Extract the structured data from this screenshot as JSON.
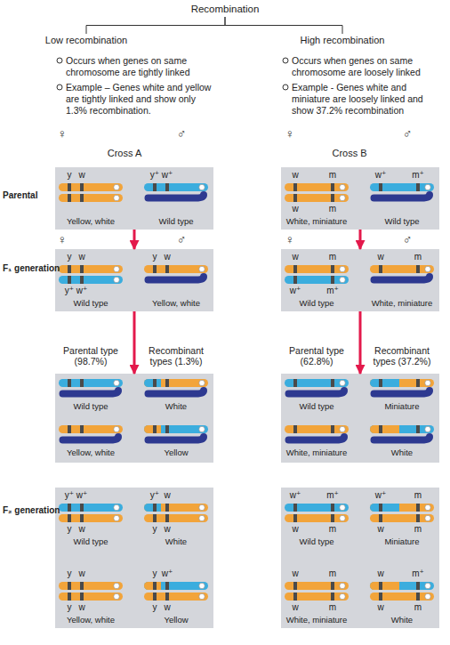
{
  "diagram": {
    "nodes": [
      {
        "text": [
          "Recombination"
        ]
      },
      {
        "text": [
          "Low recombination"
        ]
      },
      {
        "text": [
          "High recombination"
        ]
      },
      {
        "text": [
          "y",
          "w",
          "Yellow, white",
          "y⁺",
          "w⁺",
          "Wild type"
        ]
      },
      {
        "text": [
          "w",
          "m",
          "w",
          "m",
          "White, miniature",
          "w⁺",
          "m⁺",
          "Wild type"
        ]
      },
      {
        "text": [
          "y",
          "w",
          "y⁺",
          "w⁺",
          "Wild type",
          "y",
          "w",
          "Yellow, white"
        ]
      },
      {
        "text": [
          "w",
          "m",
          "w⁺",
          "m⁺",
          "Wild type",
          "w",
          "m",
          "White, miniature"
        ]
      },
      {
        "text": [
          "Wild type",
          "White",
          "Yellow, white",
          "Yellow"
        ]
      },
      {
        "text": [
          "Wild type",
          "Miniature",
          "White, miniature",
          "White"
        ]
      },
      {
        "text": [
          "y⁺",
          "w⁺",
          "y",
          "w",
          "Wild type",
          "y⁺",
          "w",
          "y",
          "w",
          "White",
          "y",
          "w",
          "y",
          "w",
          "Yellow, white",
          "y",
          "w⁺",
          "y",
          "w",
          "Yellow"
        ]
      },
      {
        "text": [
          "w⁺",
          "m⁺",
          "w",
          "m",
          "Wild type",
          "w⁺",
          "m",
          "w",
          "m",
          "Miniature",
          "w",
          "m",
          "w",
          "m",
          "White, miniature",
          "w",
          "m⁺",
          "w",
          "m",
          "White"
        ]
      }
    ],
    "edges": [
      {
        "from": 0,
        "to": 1,
        "arrow": "none"
      },
      {
        "from": 0,
        "to": 2,
        "arrow": "none"
      },
      {
        "from": 3,
        "to": 5,
        "arrow": "to"
      },
      {
        "from": 4,
        "to": 6,
        "arrow": "to"
      },
      {
        "from": 5,
        "to": 7,
        "arrow": "to"
      },
      {
        "from": 6,
        "to": 8,
        "arrow": "to"
      }
    ],
    "labels": [
      "Occurs when genes on same chromosome are tightly linked",
      "Example – Genes white and yellow are tightly linked and show only 1.3% recombination.",
      "Occurs when genes on same chromosome are loosely linked",
      "Example - Genes white and miniature are loosely linked and show 37.2% recombination",
      "♀",
      "♂",
      "Cross A",
      "♀",
      "♂",
      "Cross B",
      "Parental",
      "♀",
      "♂",
      "♀",
      "♂",
      "F₁ generation",
      "Parental type (98.7%)",
      "Recombinant types (1.3%)",
      "Parental type (62.8%)",
      "Recombinant types (37.2%)",
      "F₂ generation"
    ]
  }
}
